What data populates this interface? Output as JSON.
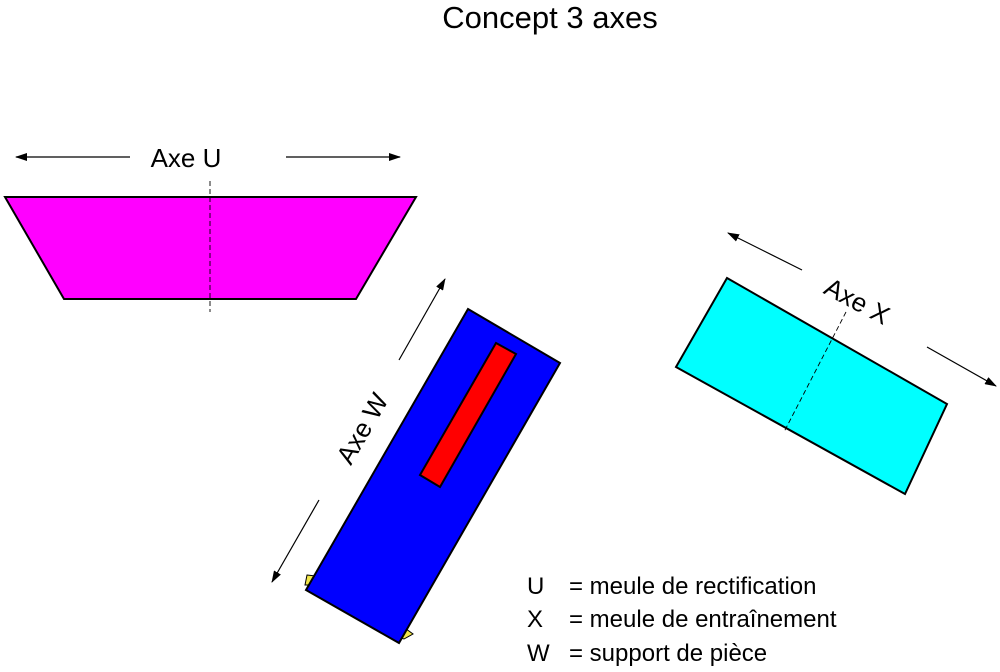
{
  "title": "Concept 3 axes",
  "axes": {
    "u_label": "Axe U",
    "w_label": "Axe W",
    "x_label": "Axe X"
  },
  "legend": [
    {
      "key": "U",
      "desc": "= meule de rectification"
    },
    {
      "key": "X",
      "desc": "= meule de entraînement"
    },
    {
      "key": "W",
      "desc": "= support de pièce"
    }
  ],
  "colors": {
    "grinding_wheel": "#ff00ff",
    "regulating_wheel": "#00ffff",
    "work_support": "#0000ff",
    "workpiece": "#ff0000",
    "support_feet": "#f2e64a"
  }
}
